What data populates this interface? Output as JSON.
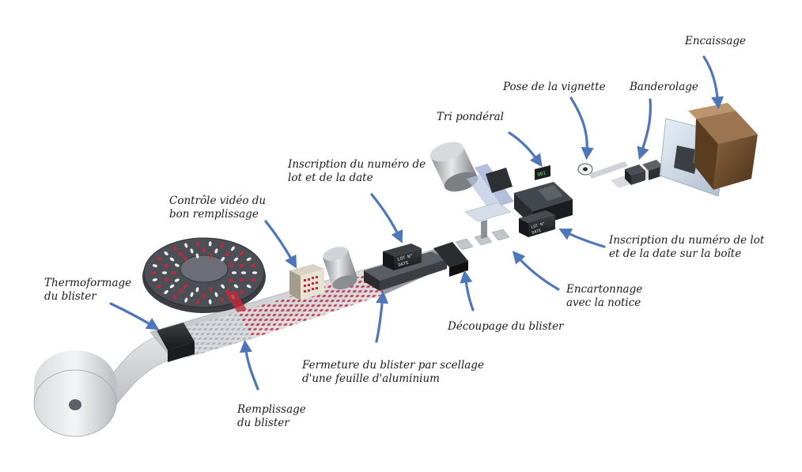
{
  "labels": {
    "encaissage": "Encaissage",
    "pose_vignette": "Pose de la vignette",
    "banderolage": "Banderolage",
    "tri_ponderal": "Tri pondéral",
    "inscription_lot": "Inscription du numéro de\nlot et de la date",
    "controle_video": "Contrôle vidéo du\nbon remplissage",
    "thermoformage": "Thermoformage\ndu blister",
    "inscription_boite": "Inscription du numéro de lot\net de la date sur la boîte",
    "encartonnage": "Encartonnage\navec la notice",
    "decoupage": "Découpage du blister",
    "fermeture": "Fermeture du blister par scellage\nd'une feuille d'aluminium",
    "remplissage": "Remplissage\ndu blister"
  },
  "printer_text": "LOT N°\nDATE",
  "box_text": "LOT N°\nDATE",
  "scale_display": "001",
  "colors": {
    "arrow": "#4f76b8",
    "arrow_dark": "#2b4e8f",
    "capsule_red": "#c4283a",
    "aluminium": "#c9ccd1",
    "carton": "#6b4a2c"
  }
}
